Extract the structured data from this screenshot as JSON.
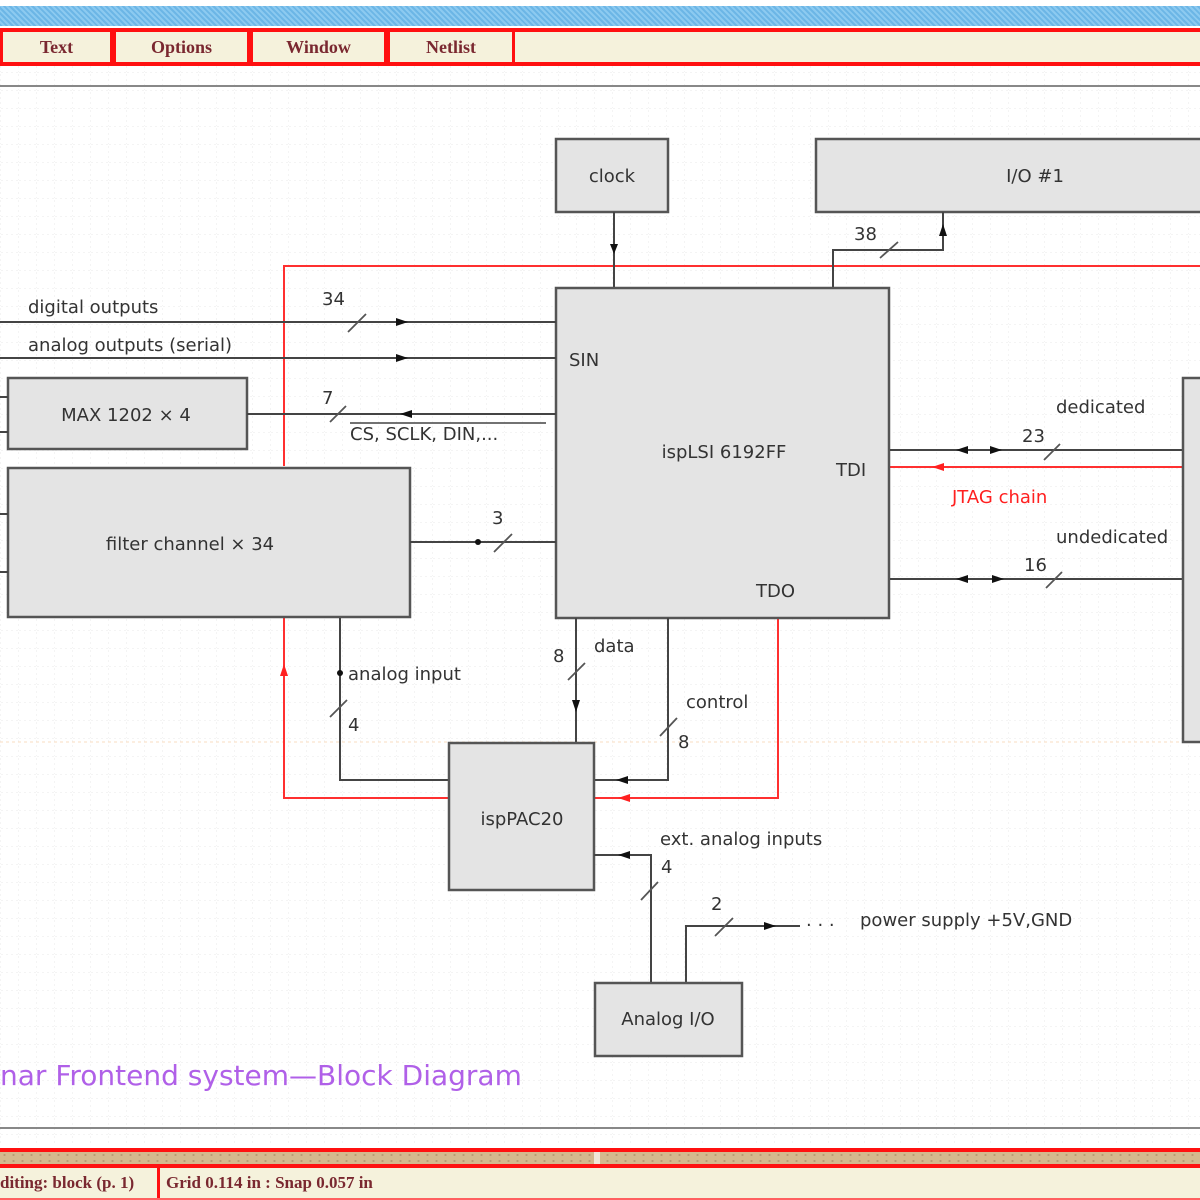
{
  "window": {
    "title_bar_color": "#6cb6e6"
  },
  "menu": {
    "items": [
      {
        "label": "Text"
      },
      {
        "label": "Options"
      },
      {
        "label": "Window"
      },
      {
        "label": "Netlist"
      }
    ],
    "accent_color": "#ff1010",
    "text_color": "#7a2830"
  },
  "diagram": {
    "title": "nar Frontend system—Block Diagram",
    "blocks": {
      "clock": "clock",
      "io1": "I/O #1",
      "cpld": "ispLSI 6192FF",
      "cpld_pin_sin": "SIN",
      "cpld_pin_tdi": "TDI",
      "cpld_pin_tdo": "TDO",
      "max": "MAX 1202 × 4",
      "filter": "filter channel × 34",
      "pac": "ispPAC20",
      "analog_io": "Analog I/O"
    },
    "signals": {
      "digital_outputs": "digital outputs",
      "analog_outputs": "analog outputs (serial)",
      "bus_34": "34",
      "bus_38": "38",
      "bus_7": "7",
      "cs_sclk": "CS, SCLK, DIN,...",
      "bus_3": "3",
      "dedicated": "dedicated",
      "bus_23": "23",
      "jtag": "JTAG chain",
      "undedicated": "undedicated",
      "bus_16": "16",
      "analog_input": "analog input",
      "bus_4a": "4",
      "data": "data",
      "bus_8a": "8",
      "control": "control",
      "bus_8b": "8",
      "ext_analog": "ext. analog inputs",
      "bus_4b": "4",
      "bus_2": "2",
      "power_dots": ". . .",
      "power": "power supply +5V,GND"
    }
  },
  "statusbar": {
    "mode": "diting: block (p. 1)",
    "grid": "Grid 0.114 in : Snap 0.057 in"
  }
}
